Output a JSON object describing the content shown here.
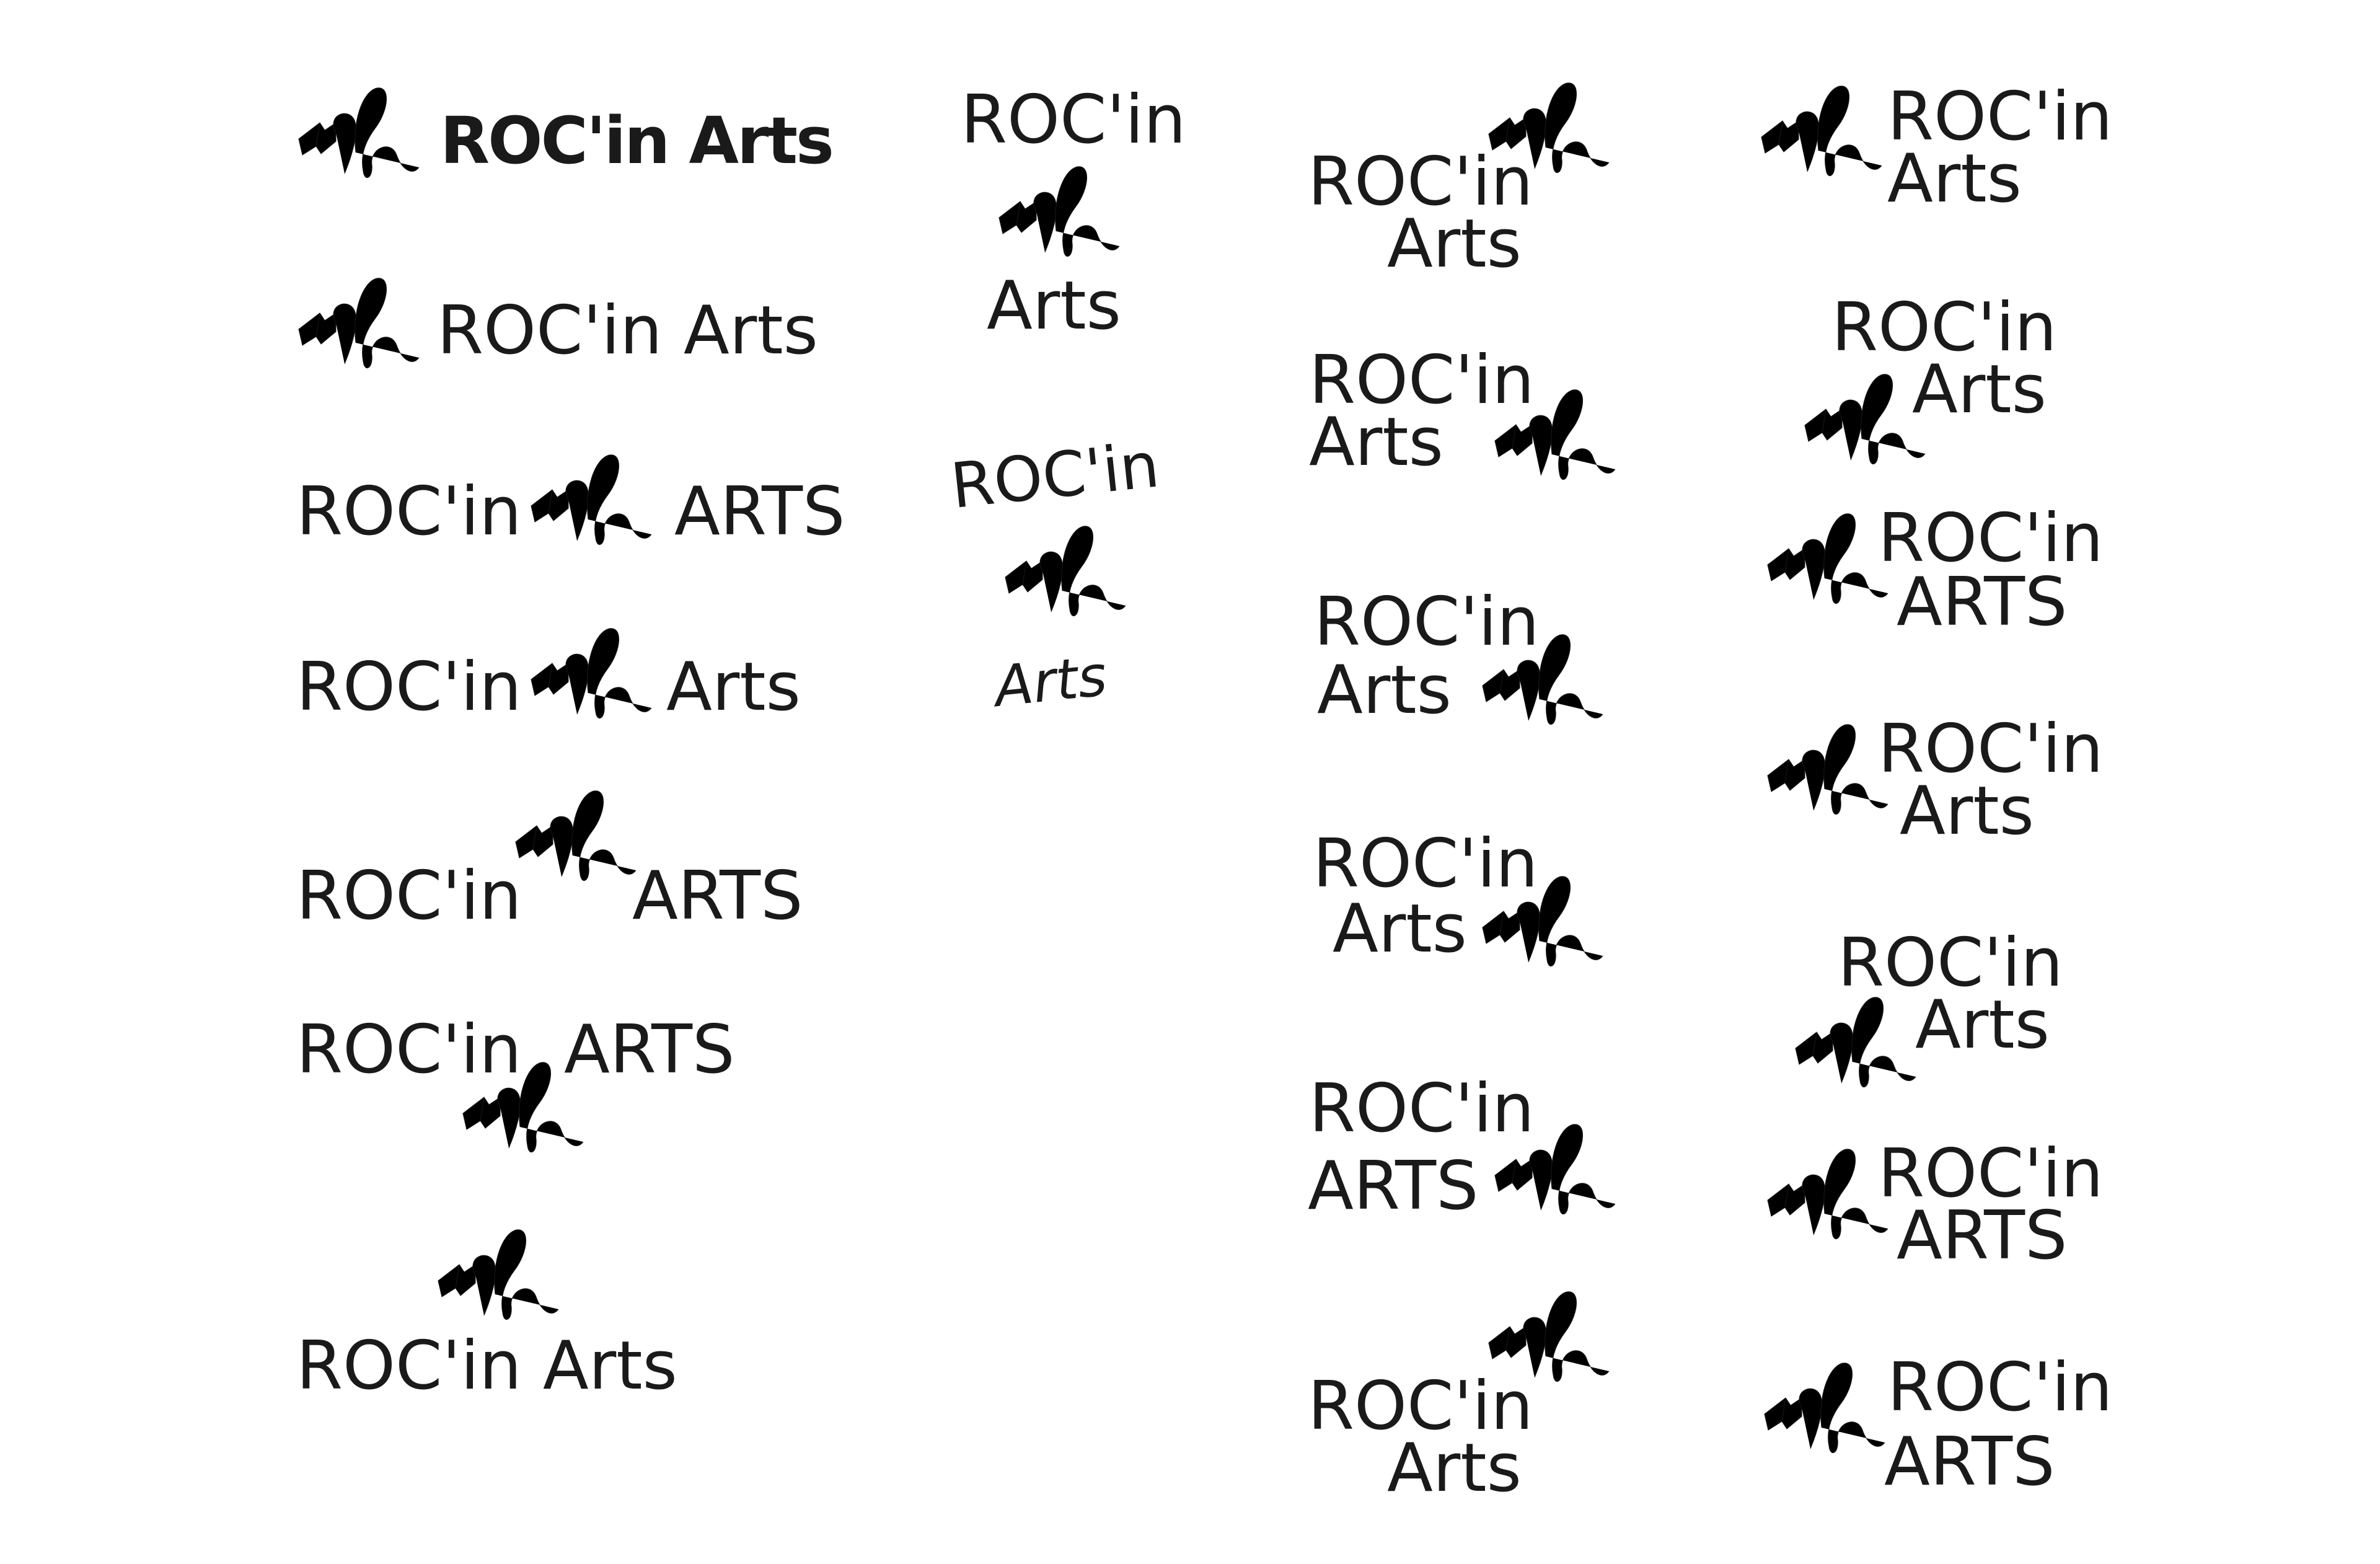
{
  "colors": {
    "ink": "#1a1a1a",
    "background": "#ffffff"
  },
  "icon": "rocin-arts-monogram-icon",
  "words": {
    "name": "ROC'in",
    "arts_lower": "Arts",
    "arts_upper": "ARTS",
    "full_lower": "ROC'in Arts",
    "full_upper": "ROC'in ARTS"
  }
}
